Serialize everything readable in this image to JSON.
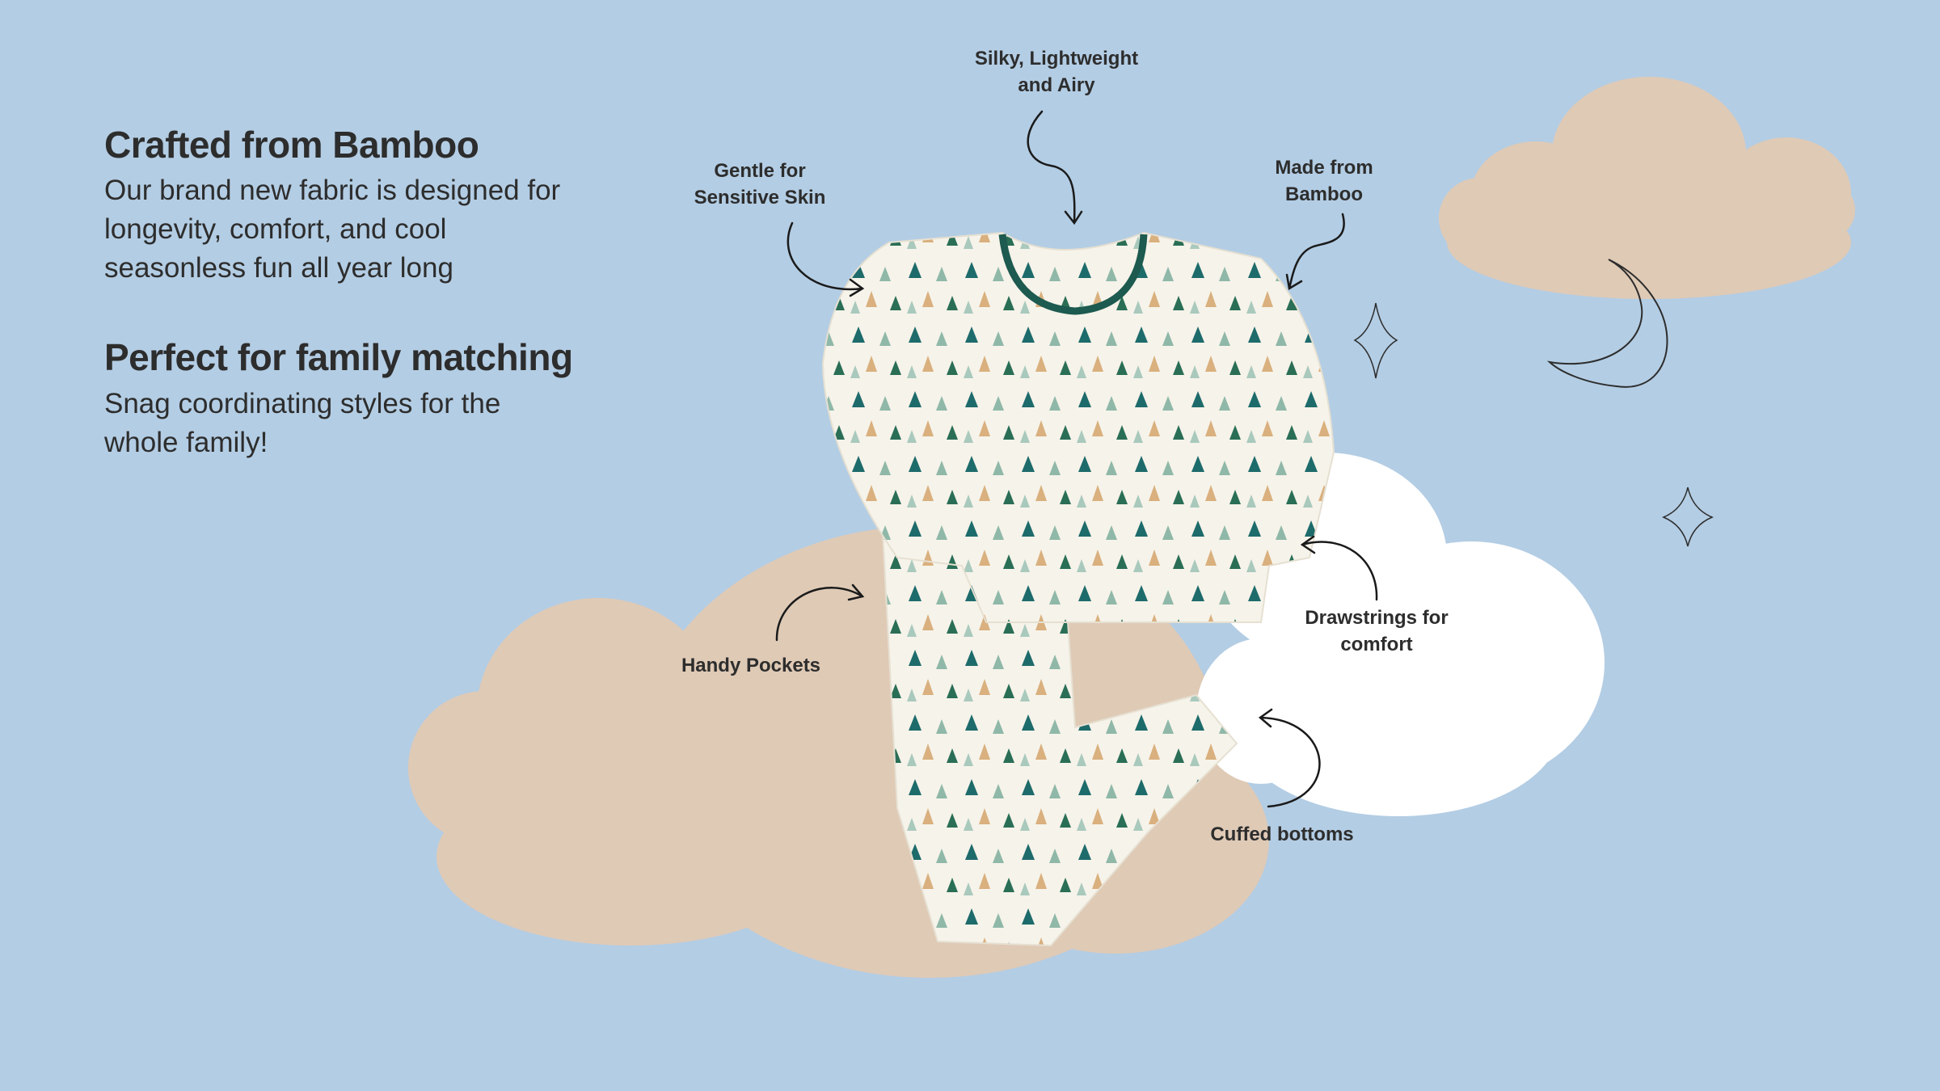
{
  "sections": [
    {
      "title": "Crafted from Bamboo",
      "body": [
        "Our brand new fabric is designed for",
        "longevity, comfort, and cool",
        "seasonless fun all year long"
      ]
    },
    {
      "title": "Perfect for family matching",
      "body": [
        "Snag coordinating styles for the",
        "whole family!"
      ]
    }
  ],
  "callouts": {
    "silky": [
      "Silky, Lightweight",
      "and Airy"
    ],
    "gentle": [
      "Gentle for",
      "Sensitive Skin"
    ],
    "bamboo": [
      "Made from",
      "Bamboo"
    ],
    "pockets": [
      "Handy Pockets"
    ],
    "drawstrings": [
      "Drawstrings for",
      "comfort"
    ],
    "cuffed": [
      "Cuffed bottoms"
    ]
  },
  "colors": {
    "background": "#b3cde4",
    "cloud_beige": "#dfcab6",
    "cloud_white": "#ffffff",
    "text": "#2d2d2d",
    "fabric": "#f6f3ea",
    "trim": "#1d5a4f"
  }
}
